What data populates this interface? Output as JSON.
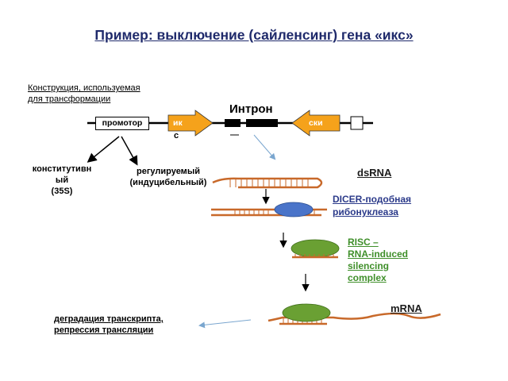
{
  "title": "Пример: выключение (сайленсинг) гена «икс»",
  "construct": {
    "label_line1": "Конструкция, используемая",
    "label_line2": "для трансформации",
    "promoter": "промотор",
    "gene_left_part1": "ик",
    "gene_left_part2": "с",
    "intron": "Интрон",
    "gene_right": "ски"
  },
  "promoter_types": {
    "constitutive_line1": "конститутивн",
    "constitutive_line2": "ый",
    "constitutive_line3": "(35S)",
    "regulated_line1": "регулируемый",
    "regulated_line2": "(индуцибельный)"
  },
  "pathway": {
    "dsrna": "dsRNA",
    "dicer_line1": "DICER-подобная",
    "dicer_line2": "рибонуклеаза",
    "risc_line1": "RISC –",
    "risc_line2": "RNA-induced",
    "risc_line3": "silencing",
    "risc_line4": "complex",
    "mrna": "mRNA",
    "degradation_line1": "деградация транскрипта,",
    "degradation_line2": "репрессия трансляции"
  },
  "colors": {
    "title": "#1f2a6b",
    "gene_arrow": "#f5a21b",
    "rna_strand": "#c8692a",
    "dicer": "#4a74c9",
    "risc": "#6aa033",
    "pointer_arrow": "#7aa6cf"
  }
}
